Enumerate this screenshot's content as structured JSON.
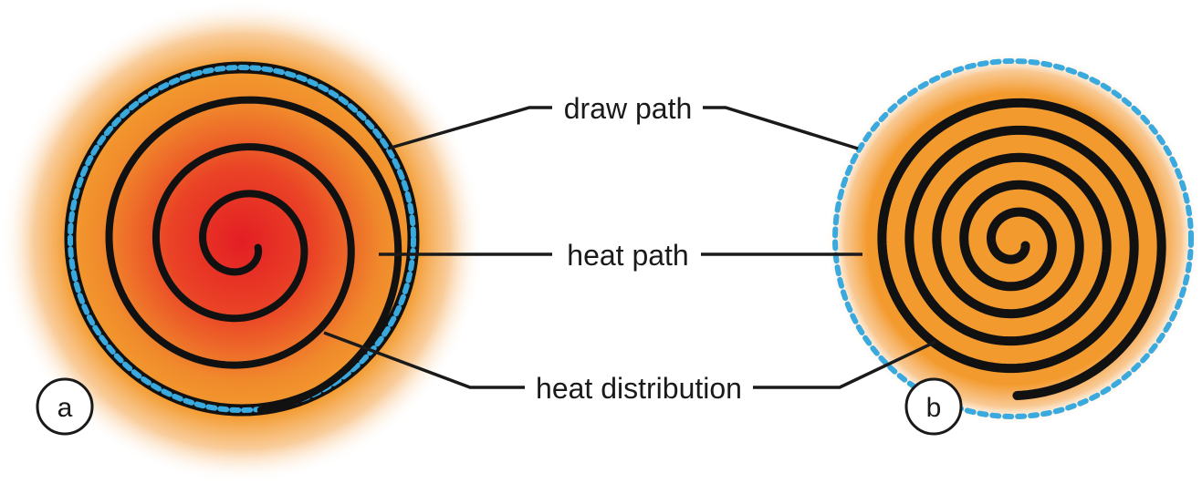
{
  "labels": {
    "draw_path": "draw path",
    "heat_path": "heat path",
    "heat_distribution": "heat distribution"
  },
  "panels": {
    "a": {
      "badge": "a"
    },
    "b": {
      "badge": "b"
    }
  },
  "colors": {
    "heat_core": "#e31e24",
    "heat_mid": "#ef6b25",
    "heat_orange": "#f39a2e",
    "draw_path": "#3aa9de",
    "heat_path": "#111111",
    "leader_line": "#1a1a1a"
  }
}
